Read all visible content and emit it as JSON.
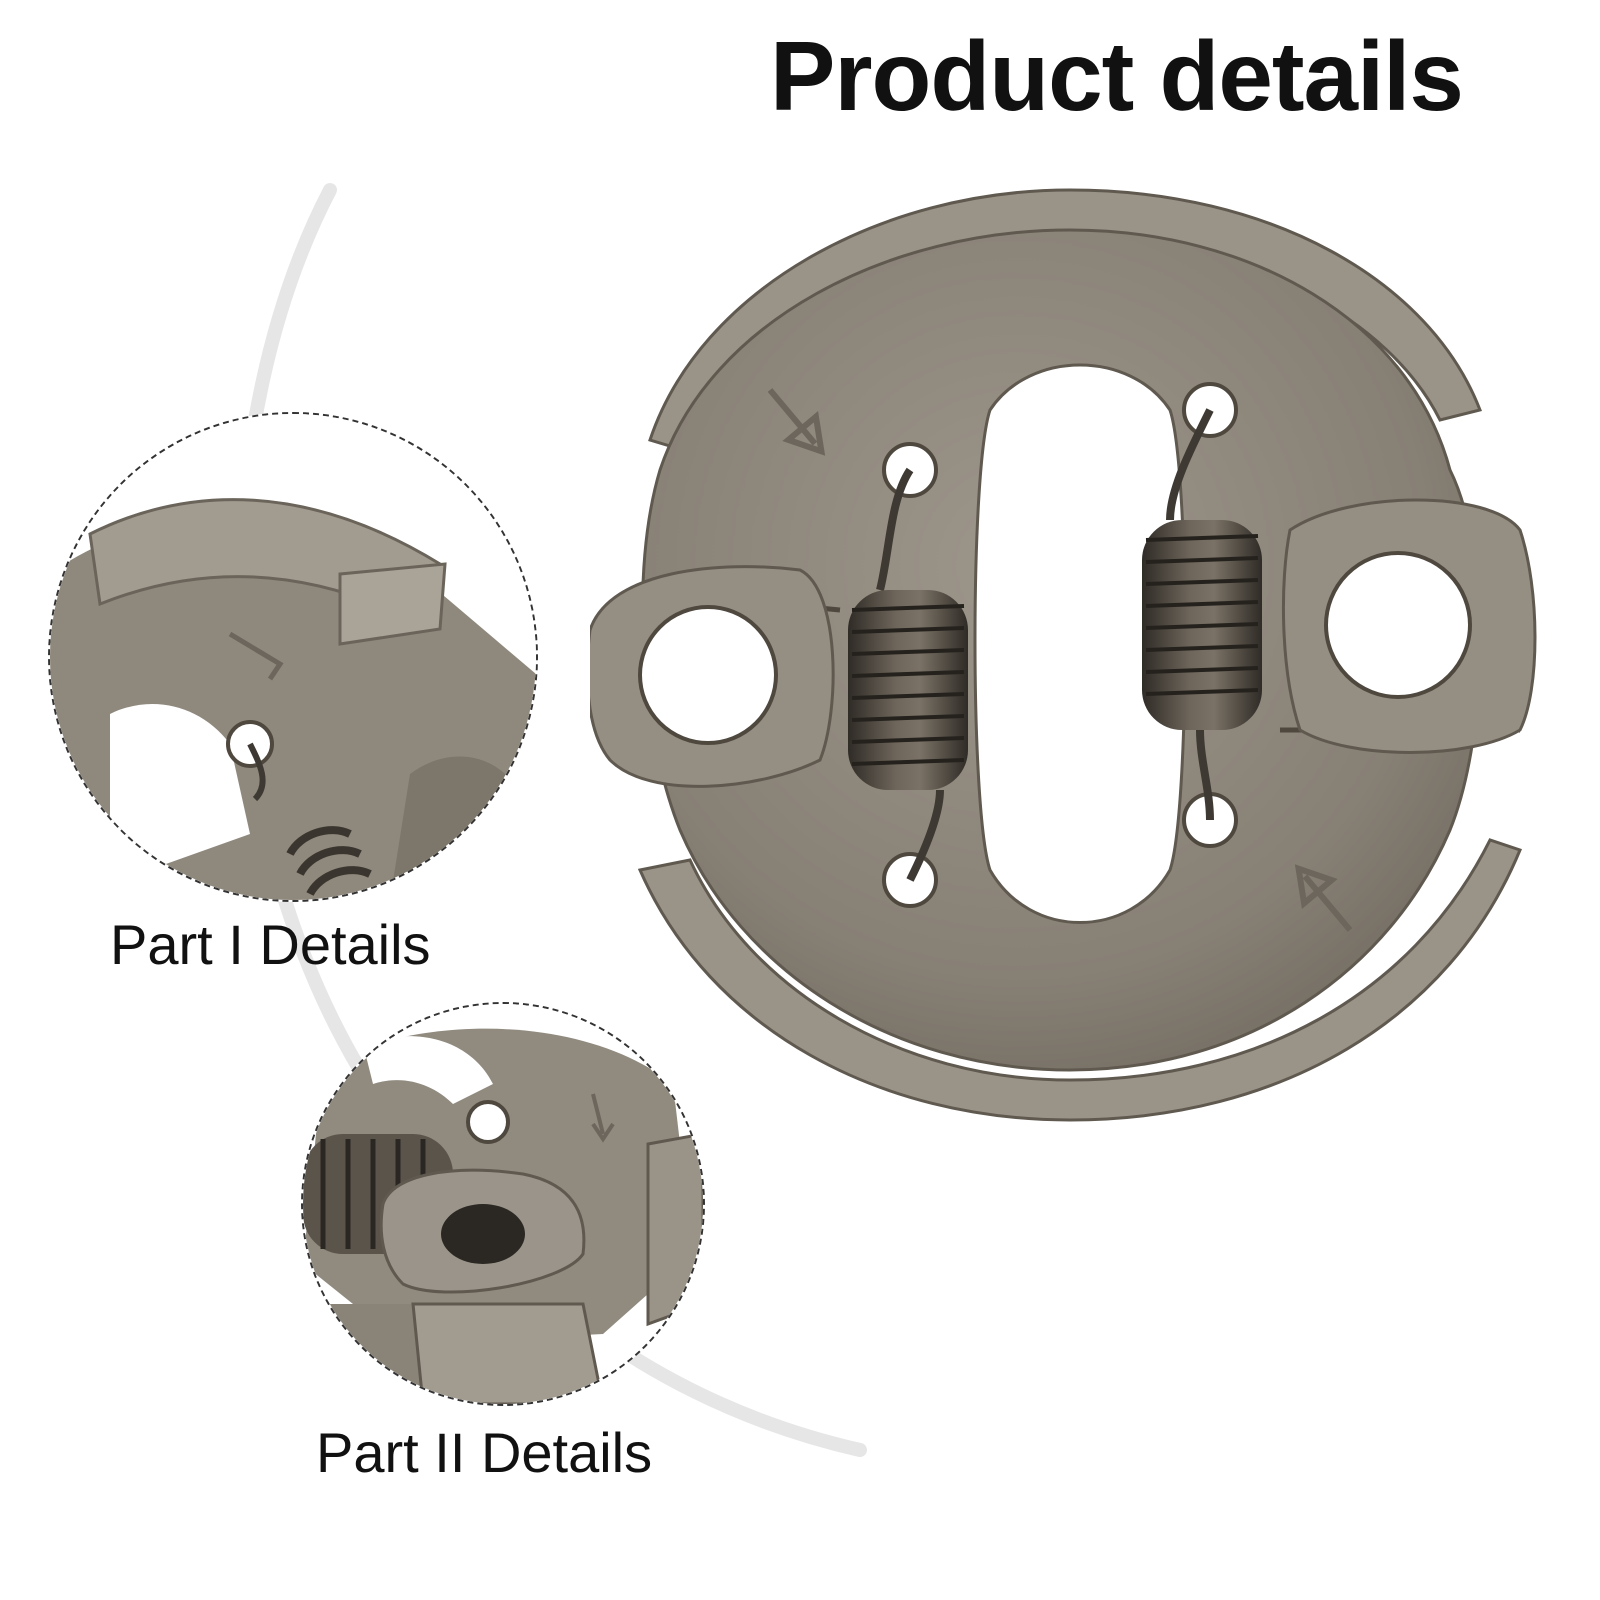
{
  "title": "Product details",
  "product": {
    "name_icon": "centrifugal-clutch-icon",
    "metal_color": "#8c8479",
    "spring_color": "#4a453e"
  },
  "details": [
    {
      "label": "Part I Details"
    },
    {
      "label": "Part II Details"
    }
  ]
}
